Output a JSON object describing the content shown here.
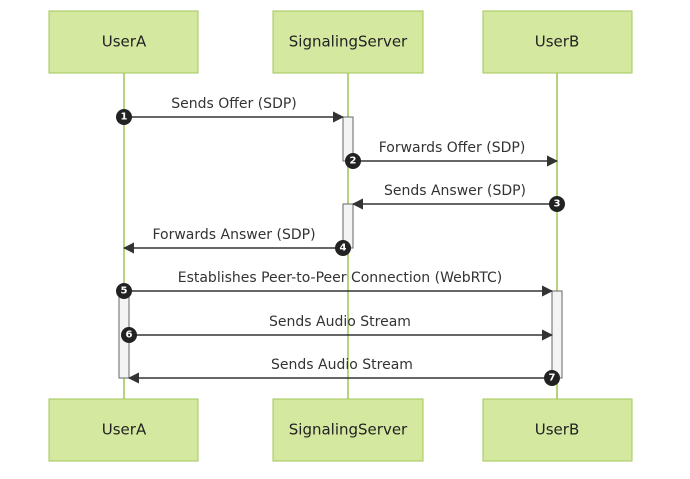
{
  "actors": [
    {
      "id": "usera",
      "label": "UserA"
    },
    {
      "id": "server",
      "label": "SignalingServer"
    },
    {
      "id": "userb",
      "label": "UserB"
    }
  ],
  "messages": [
    {
      "number": "1",
      "from": "usera",
      "to": "server",
      "label": "Sends Offer (SDP)"
    },
    {
      "number": "2",
      "from": "server",
      "to": "userb",
      "label": "Forwards Offer (SDP)"
    },
    {
      "number": "3",
      "from": "userb",
      "to": "server",
      "label": "Sends Answer (SDP)"
    },
    {
      "number": "4",
      "from": "server",
      "to": "usera",
      "label": "Forwards Answer (SDP)"
    },
    {
      "number": "5",
      "from": "usera",
      "to": "userb",
      "label": "Establishes Peer-to-Peer Connection (WebRTC)"
    },
    {
      "number": "6",
      "from": "usera",
      "to": "userb",
      "label": "Sends Audio Stream"
    },
    {
      "number": "7",
      "from": "userb",
      "to": "usera",
      "label": "Sends Audio Stream"
    }
  ],
  "colors": {
    "actor_fill": "#d5e8a0",
    "actor_border": "#a3c75a",
    "lifeline": "#b5d57a",
    "arrow": "#333333",
    "badge": "#222222"
  }
}
